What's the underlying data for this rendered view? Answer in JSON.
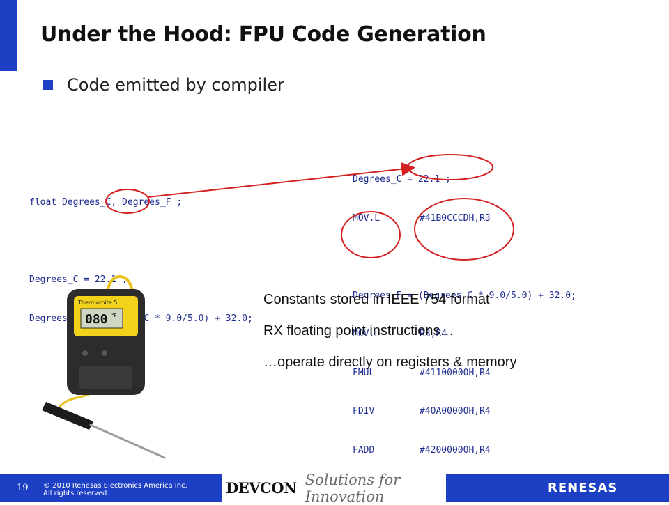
{
  "slide": {
    "title": "Under the Hood: FPU Code Generation",
    "bullet": "Code emitted by compiler"
  },
  "source_code": {
    "lines": [
      "float Degrees_C, Degrees_F ;",
      "",
      "Degrees_C = 22.1 ;",
      "Degrees_F = (Degrees_C * 9.0/5.0) + 32.0;"
    ]
  },
  "assembly": {
    "stmt1": "Degrees_C = 22.1 ;",
    "block1": [
      {
        "op": "MOV.L",
        "args": "#41B0CCCDH,R3"
      }
    ],
    "stmt2": "Degrees_F = (Degrees_C * 9.0/5.0) + 32.0;",
    "block2": [
      {
        "op": "MOV.L",
        "args": "R3,R4"
      },
      {
        "op": "FMUL",
        "args": "#41100000H,R4"
      },
      {
        "op": "FDIV",
        "args": "#40A00000H,R4"
      },
      {
        "op": "FADD",
        "args": "#42000000H,R4"
      }
    ]
  },
  "notes": [
    "Constants stored in IEEE 754 format",
    "RX floating point instructions…",
    "…operate directly on registers & memory"
  ],
  "meter": {
    "brand": "Thermomite 5",
    "display_value": "080",
    "display_unit": "°F"
  },
  "footer": {
    "page_number": "19",
    "copyright_line1": "© 2010 Renesas Electronics America Inc.",
    "copyright_line2": "All rights reserved.",
    "devcon": "DEVCON",
    "tagline": "Solutions for Innovation",
    "company": "RENESAS"
  },
  "colors": {
    "accent_blue": "#1c3fc4",
    "code_blue": "#1f2d8f",
    "annotation_red": "#d42020",
    "meter_yellow": "#f2d21a"
  }
}
